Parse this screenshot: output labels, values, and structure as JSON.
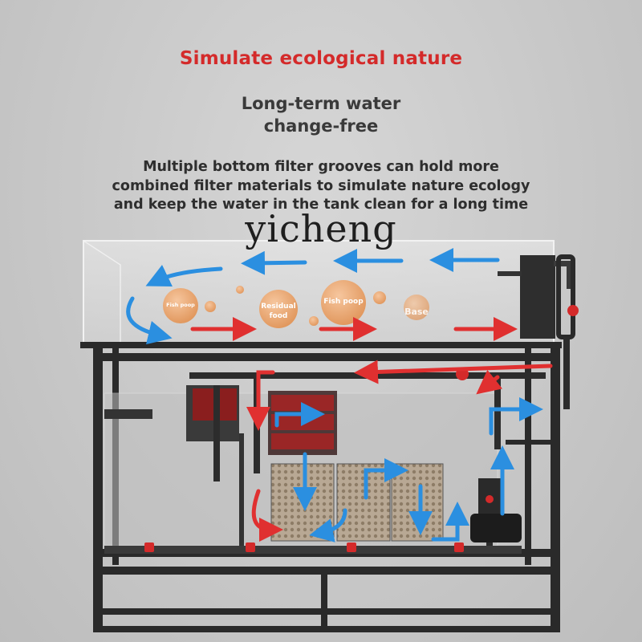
{
  "headline": "Simulate ecological nature",
  "subhead": [
    "Long-term water",
    "change-free"
  ],
  "description": [
    "Multiple bottom filter grooves can hold more",
    "combined filter materials to simulate nature ecology",
    "and keep the water in the tank clean for a long time"
  ],
  "watermark": "yicheng",
  "bubbles": {
    "fish_poop_small": "Fish poop",
    "residual_food": [
      "Residual",
      "food"
    ],
    "fish_poop": "Fish poop",
    "base": "Base"
  },
  "colors": {
    "accent_red": "#d42a2a",
    "flow_blue": "#2b8fe0",
    "flow_red": "#e03030",
    "frame": "#2a2a2a"
  }
}
